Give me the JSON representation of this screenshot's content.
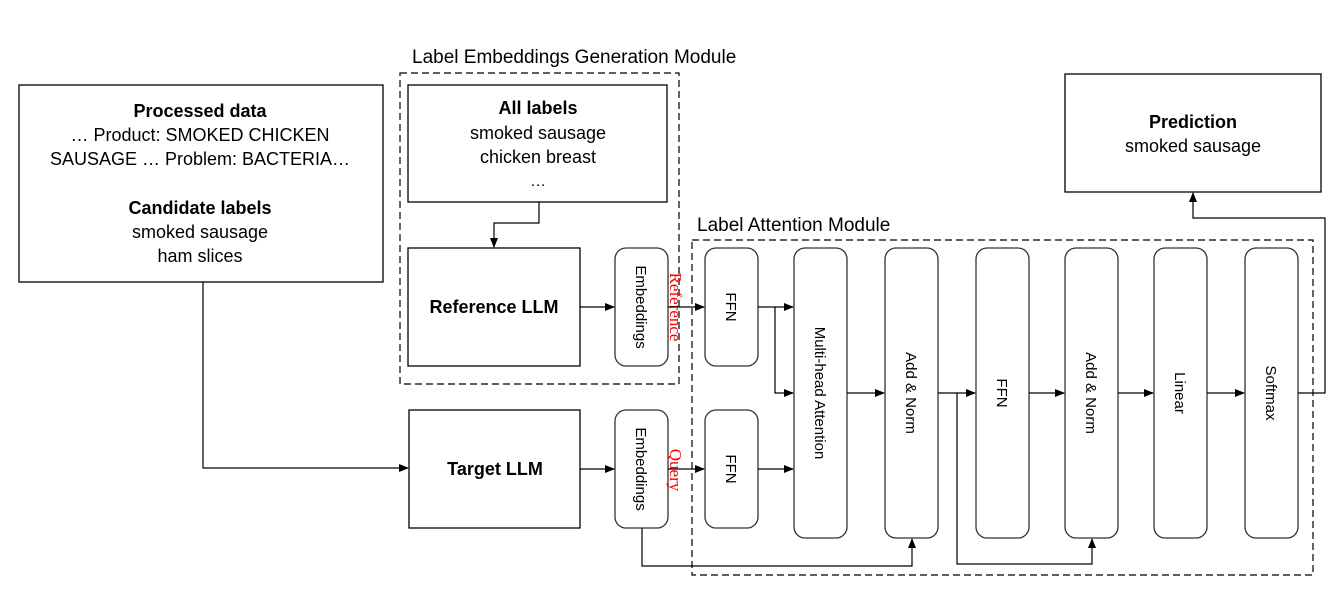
{
  "modules": {
    "label_embeddings_generation": "Label Embeddings  Generation  Module",
    "label_attention": "Label Attention  Module"
  },
  "processed_data": {
    "title": "Processed data",
    "line1": "… Product: SMOKED CHICKEN",
    "line2": "SAUSAGE … Problem: BACTERIA…",
    "candidate_title": "Candidate labels",
    "candidates": [
      "smoked sausage",
      "ham slices"
    ]
  },
  "all_labels": {
    "title": "All labels",
    "items": [
      "smoked sausage",
      "chicken breast",
      "…"
    ]
  },
  "reference_llm": "Reference LLM",
  "target_llm": "Target LLM",
  "embeddings_label": "Embeddings",
  "reference_tag": "Reference",
  "query_tag": "Query",
  "ffn_label": "FFN",
  "multihead_label": "Multi-head  Attention",
  "addnorm_label": "Add & Norm",
  "linear_label": "Linear",
  "softmax_label": "Softmax",
  "prediction": {
    "title": "Prediction",
    "value": "smoked sausage"
  }
}
